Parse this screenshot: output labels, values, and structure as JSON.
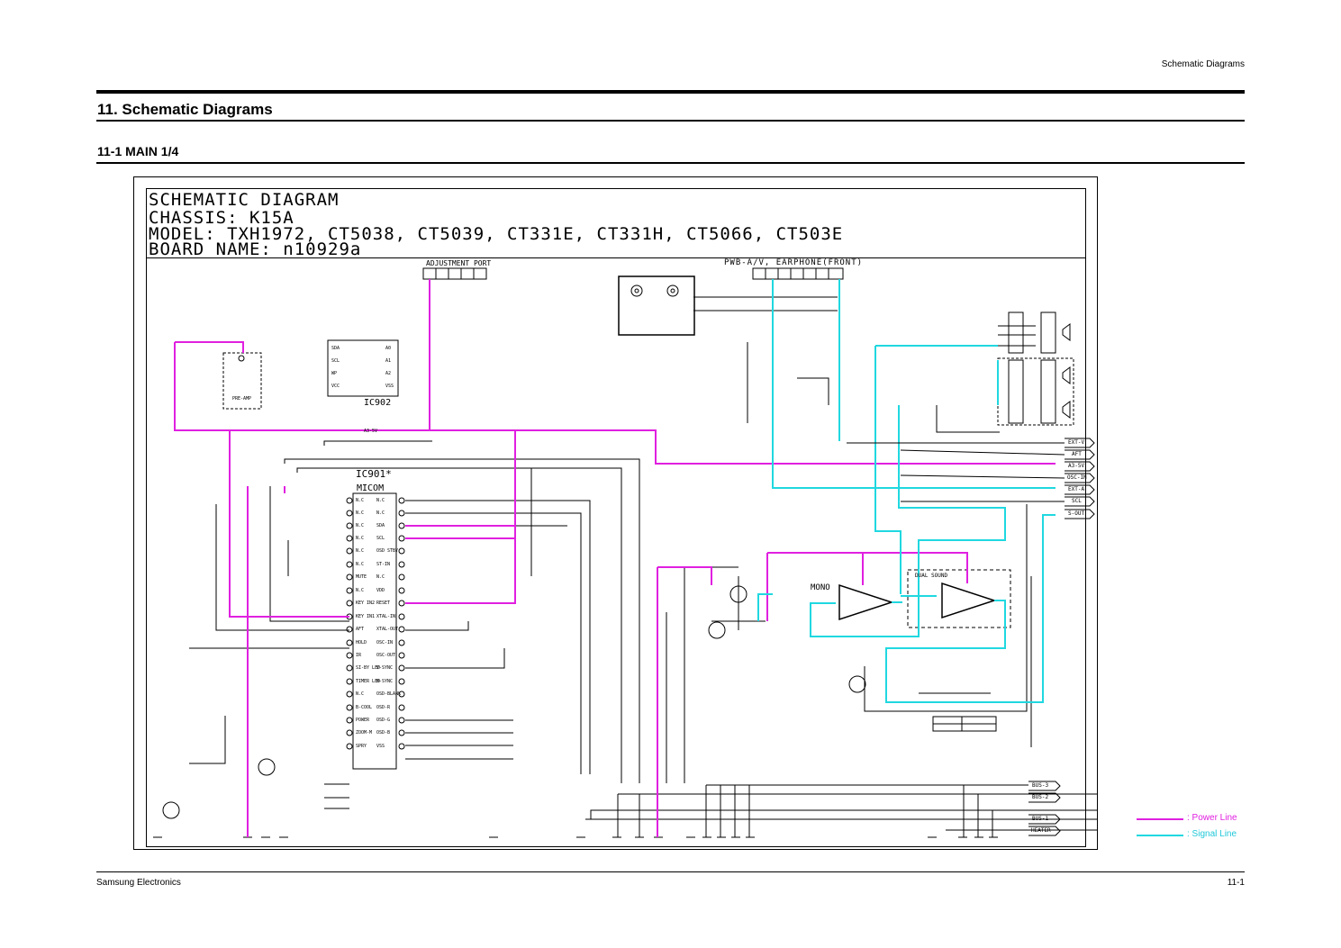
{
  "header": {
    "section": "Schematic Diagrams"
  },
  "page": {
    "title": "11. Schematic Diagrams",
    "subtitle": "11-1 MAIN 1/4"
  },
  "schematic": {
    "title_lines": [
      "SCHEMATIC DIAGRAM",
      "CHASSIS: K15A",
      "MODEL: TXH1972, CT5038, CT5039, CT331E, CT331H, CT5066, CT503E",
      "BOARD NAME: n10929a"
    ],
    "labels": {
      "adjustment_port": "ADJUSTMENT PORT",
      "pwb_av": "PWB-A/V, EARPHONE(FRONT)",
      "ic902": "IC902",
      "ic901": "IC901*",
      "micom": "MICOM",
      "mono": "MONO",
      "dual_sound": "DUAL SOUND",
      "pre_amp": "PRE-AMP",
      "a3_5v": "A3-5V"
    },
    "right_signals": [
      "EXT-V",
      "AFT",
      "A3-5V",
      "OSC-IN",
      "EXT-A",
      "SCL",
      "S-OUT"
    ],
    "bus_signals": [
      "BUS-3",
      "BUS-2",
      "BUS-1",
      "HEATER"
    ],
    "micom_pins_left": [
      "N.C",
      "N.C",
      "N.C",
      "N.C",
      "N.C",
      "N.C",
      "MUTE",
      "N.C",
      "KEY IN2",
      "KEY IN1",
      "AFT",
      "HOLD",
      "IR",
      "SI-BY LED",
      "TIMER LED",
      "N.C",
      "B-COOL",
      "POWER",
      "ZOOM-M",
      "SPRY"
    ],
    "micom_pins_right": [
      "N.C",
      "N.C",
      "SDA",
      "SCL",
      "OSD STBY",
      "ST-IN",
      "N.C",
      "VDD",
      "RESET",
      "XTAL-IN",
      "XTAL-OUT",
      "OSC-IN",
      "OSC-OUT",
      "V-SYNC",
      "H-SYNC",
      "OSD-BLANK",
      "OSD-R",
      "OSD-G",
      "OSD-B",
      "VSS"
    ],
    "ic902_pins": [
      "SDA",
      "SCL",
      "WP",
      "VCC",
      "A0",
      "A1",
      "A2",
      "VSS"
    ]
  },
  "legend": [
    {
      "label": ": Power Line",
      "color": "#e020e0"
    },
    {
      "label": ": Signal Line",
      "color": "#20d8e0"
    }
  ],
  "footer": {
    "company": "Samsung Electronics",
    "page_number": "11-1"
  }
}
